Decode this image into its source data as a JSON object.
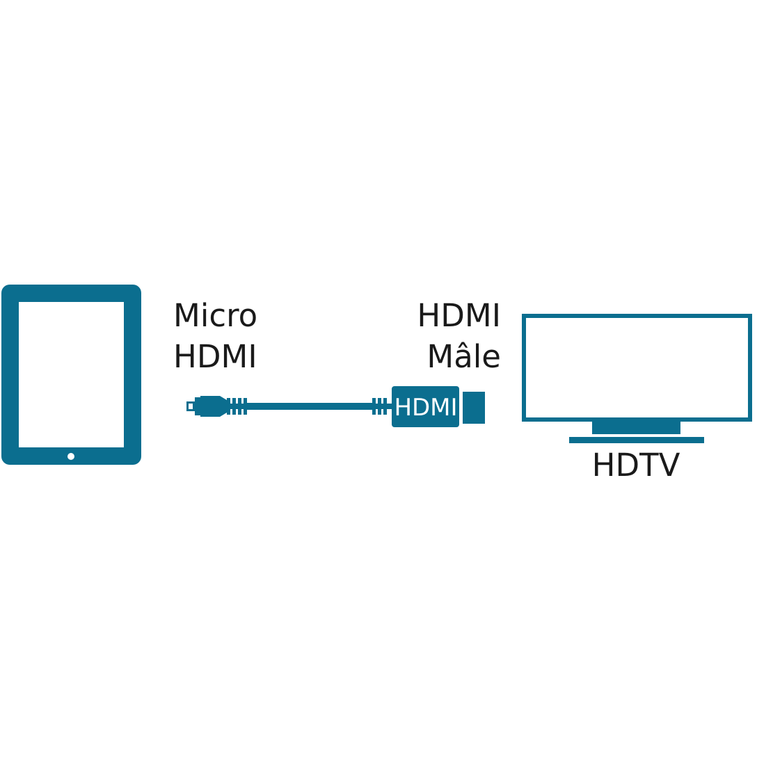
{
  "colors": {
    "device": "#0b6e8f",
    "text": "#1a1a1a",
    "background": "#ffffff",
    "plug_text": "#ffffff"
  },
  "labels": {
    "source_line1": "Micro",
    "source_line2": "HDMI",
    "target_line1": "HDMI",
    "target_line2": "Mâle",
    "plug": "HDMI",
    "display": "HDTV"
  }
}
